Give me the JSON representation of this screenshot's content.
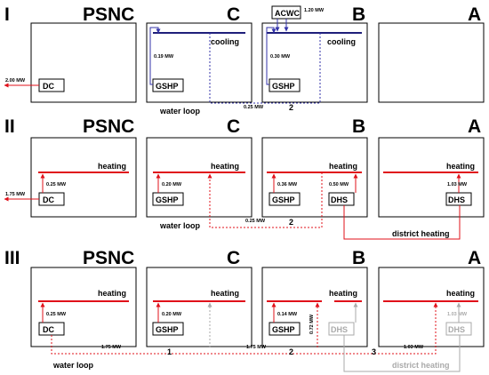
{
  "row_labels": [
    "I",
    "II",
    "III"
  ],
  "columns": [
    "PSNC",
    "C",
    "B",
    "A"
  ],
  "labels": {
    "cooling": "cooling",
    "heating": "heating",
    "water_loop": "water loop",
    "district_heating": "district heating",
    "DC": "DC",
    "GSHP": "GSHP",
    "DHS": "DHS",
    "ACWC": "ACWC"
  },
  "row1": {
    "acwc": "1.20 MW",
    "dc_ext": "2.00 MW",
    "c_cooling": "0.19 MW",
    "b_cooling": "0.30 MW",
    "loop": "0.25 MW",
    "loop_no": "2"
  },
  "row2": {
    "dc_ext": "1.75 MW",
    "psnc_heating": "0.25 MW",
    "c_heating": "0.20 MW",
    "b_gshp": "0.36 MW",
    "b_dhs": "0.50 MW",
    "a_dhs": "1.03 MW",
    "loop": "0.25 MW",
    "loop_no": "2"
  },
  "row3": {
    "psnc_heating": "0.25 MW",
    "c_heating": "0.20 MW",
    "b_gshp": "0.14 MW",
    "b_vertical": "0.72 MW",
    "a_dhs": "1.03 MW",
    "loop1": "1.75 MW",
    "loop2": "1.75 MW",
    "loop3": "1.03 MW",
    "n1": "1",
    "n2": "2",
    "n3": "3"
  },
  "colors": {
    "cooling": "#1f1f7a",
    "heating": "#e0101a",
    "inactive": "#aaaaaa",
    "text": "#111111"
  }
}
